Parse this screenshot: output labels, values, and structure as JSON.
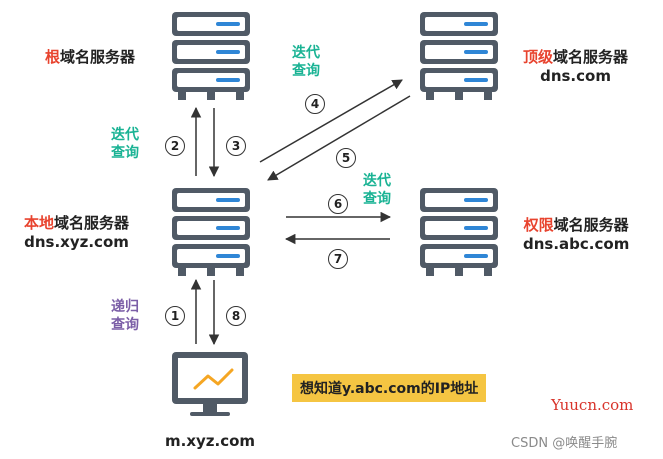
{
  "servers": {
    "root": {
      "highlight": "根",
      "rest": "域名服务器"
    },
    "tld": {
      "highlight": "顶级",
      "rest": "域名服务器",
      "host": "dns.com"
    },
    "local": {
      "highlight": "本地",
      "rest": "域名服务器",
      "host": "dns.xyz.com"
    },
    "auth": {
      "highlight": "权限",
      "rest": "域名服务器",
      "host": "dns.abc.com"
    }
  },
  "client": {
    "host": "m.xyz.com"
  },
  "query_labels": {
    "iterative_top": [
      "迭代",
      "查询"
    ],
    "iterative_left": [
      "迭代",
      "查询"
    ],
    "iterative_right": [
      "迭代",
      "查询"
    ],
    "recursive": [
      "递归",
      "查询"
    ]
  },
  "steps": [
    "1",
    "2",
    "3",
    "4",
    "5",
    "6",
    "7",
    "8"
  ],
  "callout": "想知道y.abc.com的IP地址",
  "watermarks": {
    "site": "Yuucn.com",
    "author": "CSDN @唤醒手腕"
  },
  "colors": {
    "server_body": "#505a66",
    "server_accent": "#2f86d6",
    "highlight": "#e8432e",
    "iterative": "#1ab394",
    "recursive": "#7b5ea7",
    "callout_bg": "#f5c542"
  }
}
